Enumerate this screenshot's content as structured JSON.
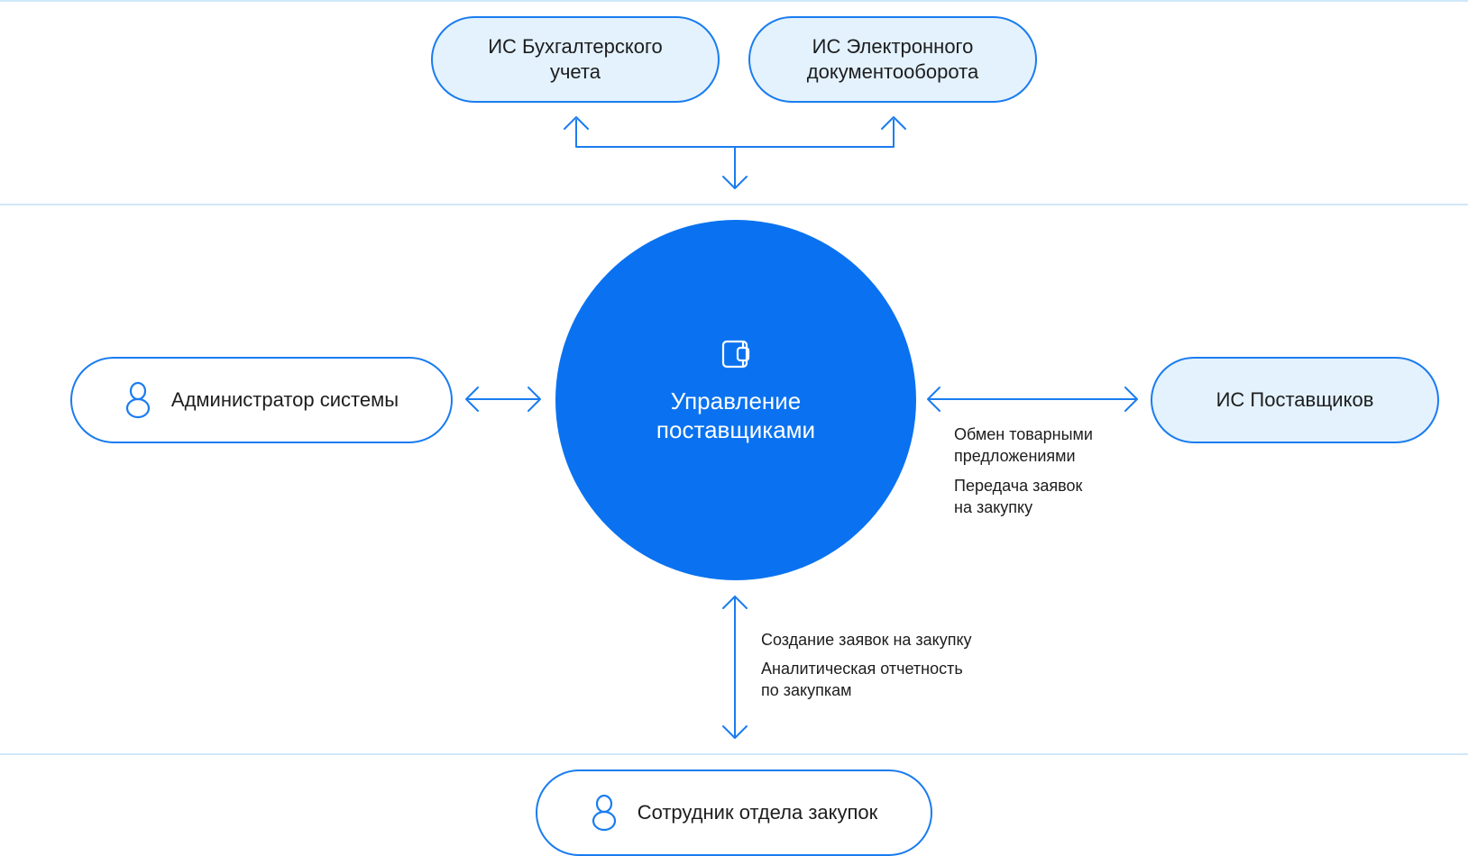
{
  "center": {
    "icon": "wallet-icon",
    "title": "Управление\nпоставщиками"
  },
  "systems": {
    "accounting": "ИС Бухгалтерского\nучета",
    "edo": "ИС Электронного\nдокументооборота",
    "suppliers": "ИС Поставщиков"
  },
  "actors": {
    "admin": "Администратор системы",
    "procurement": "Сотрудник отдела закупок",
    "icon": "person-icon"
  },
  "notes": {
    "suppliers_exchange": "Обмен товарными\nпредложениями",
    "suppliers_transfer": "Передача заявок\nна закупку",
    "procurement_create": "Создание заявок на закупку",
    "procurement_analytics": "Аналитическая отчетность\nпо закупкам"
  },
  "colors": {
    "accent": "#0a72f0",
    "line": "#1a7cf0",
    "system_fill": "#e3f2fc",
    "divider": "#cfe8f8"
  }
}
